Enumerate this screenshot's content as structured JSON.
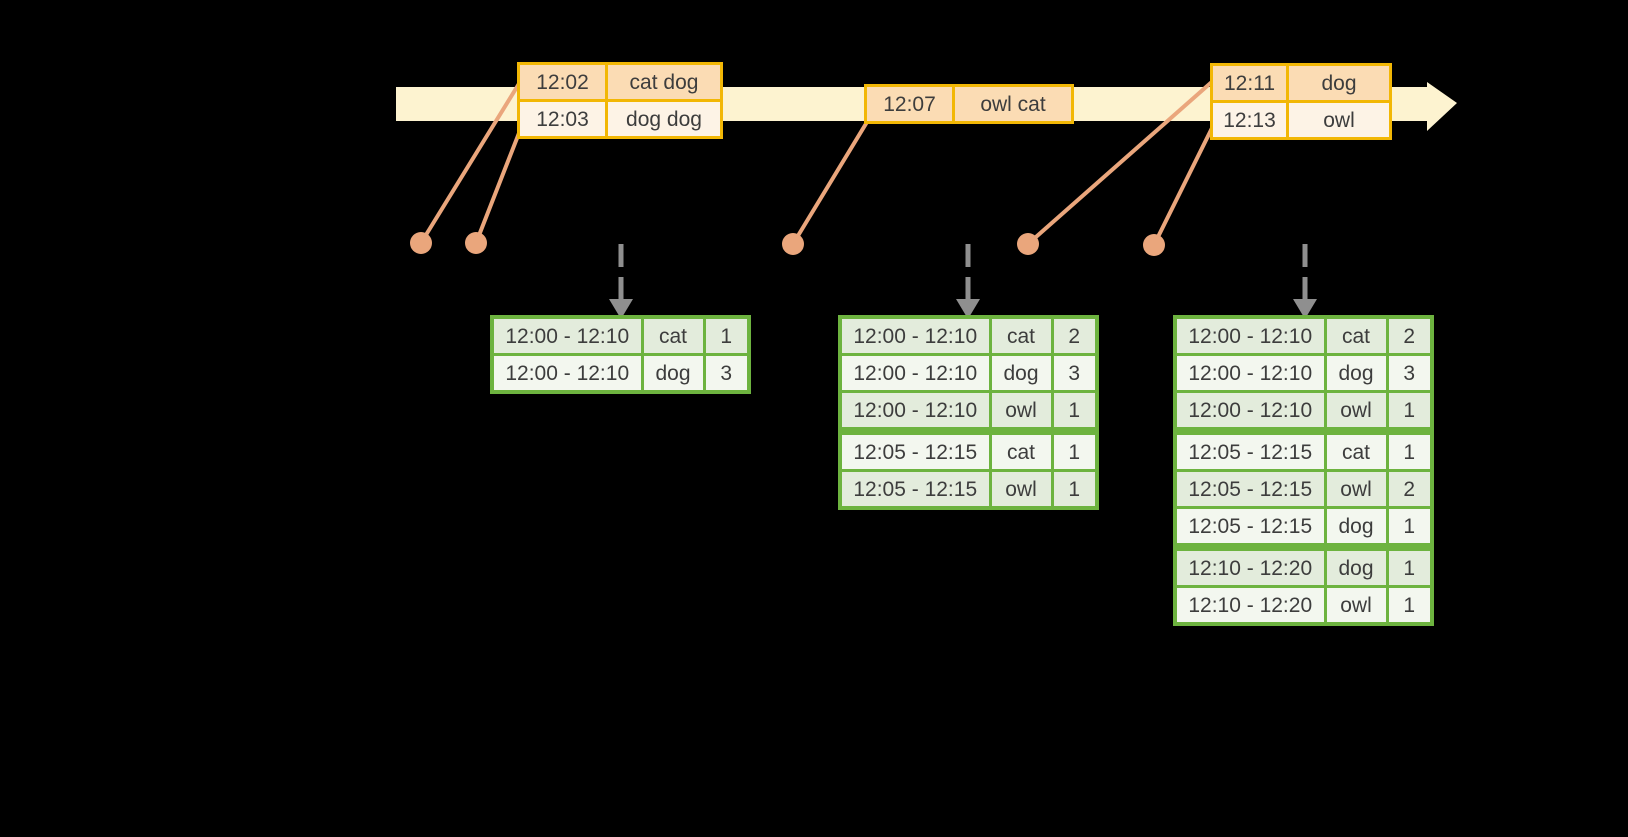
{
  "colors": {
    "background": "#000000",
    "timeline_band": "#fdf3d0",
    "event_border": "#f2b705",
    "event_cell_dark": "#fbdcb4",
    "event_cell_light": "#fdf3e6",
    "result_border": "#6db33f",
    "result_cell_dark": "#e3ecdc",
    "result_cell_light": "#f3f7ef",
    "connector": "#eaa67c",
    "trigger_arrow": "#8f8f8f",
    "text": "#3d3d3d"
  },
  "icons": {
    "timeline_arrowhead": "timeline-arrowhead-icon",
    "event_dot": "event-dot-icon",
    "trigger_arrow": "trigger-arrow-icon"
  },
  "event_tables": [
    {
      "rows": [
        {
          "time": "12:02",
          "words": "cat dog"
        },
        {
          "time": "12:03",
          "words": "dog dog"
        }
      ]
    },
    {
      "rows": [
        {
          "time": "12:07",
          "words": "owl cat"
        }
      ]
    },
    {
      "rows": [
        {
          "time": "12:11",
          "words": "dog"
        },
        {
          "time": "12:13",
          "words": "owl"
        }
      ]
    }
  ],
  "result_tables": [
    {
      "rows": [
        {
          "window": "12:00 - 12:10",
          "word": "cat",
          "count": "1"
        },
        {
          "window": "12:00 - 12:10",
          "word": "dog",
          "count": "3"
        }
      ]
    },
    {
      "rows": [
        {
          "window": "12:00 - 12:10",
          "word": "cat",
          "count": "2"
        },
        {
          "window": "12:00 - 12:10",
          "word": "dog",
          "count": "3"
        },
        {
          "window": "12:00 - 12:10",
          "word": "owl",
          "count": "1"
        },
        {
          "window": "12:05 - 12:15",
          "word": "cat",
          "count": "1"
        },
        {
          "window": "12:05 - 12:15",
          "word": "owl",
          "count": "1"
        }
      ]
    },
    {
      "rows": [
        {
          "window": "12:00 - 12:10",
          "word": "cat",
          "count": "2"
        },
        {
          "window": "12:00 - 12:10",
          "word": "dog",
          "count": "3"
        },
        {
          "window": "12:00 - 12:10",
          "word": "owl",
          "count": "1"
        },
        {
          "window": "12:05 - 12:15",
          "word": "cat",
          "count": "1"
        },
        {
          "window": "12:05 - 12:15",
          "word": "owl",
          "count": "2"
        },
        {
          "window": "12:05 - 12:15",
          "word": "dog",
          "count": "1"
        },
        {
          "window": "12:10 - 12:20",
          "word": "dog",
          "count": "1"
        },
        {
          "window": "12:10 - 12:20",
          "word": "owl",
          "count": "1"
        }
      ]
    }
  ]
}
